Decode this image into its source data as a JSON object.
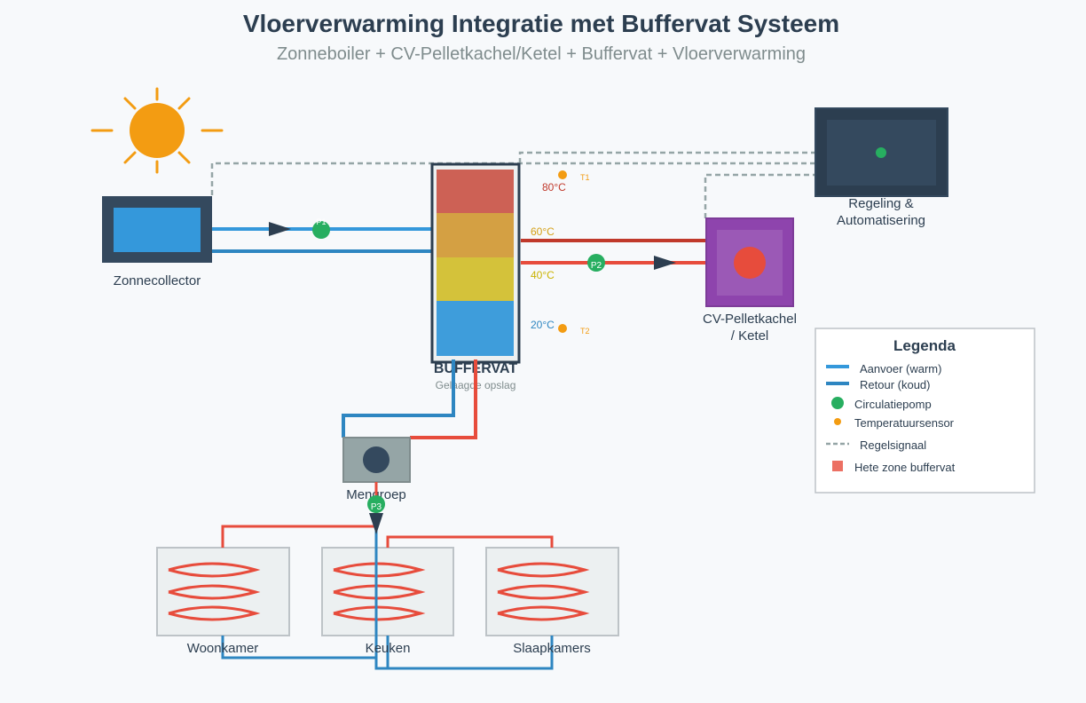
{
  "header": {
    "title": "Vloerverwarming Integratie met Buffervat Systeem",
    "subtitle": "Zonneboiler + CV-Pelletkachel/Ketel + Buffervat + Vloerverwarming"
  },
  "components": {
    "collector": {
      "label": "Zonnecollector"
    },
    "buffer": {
      "label": "BUFFERVAT",
      "sublabel": "Gelaagde opslag"
    },
    "boiler": {
      "label_line1": "CV-Pelletkachel",
      "label_line2": "/ Ketel"
    },
    "control": {
      "label_line1": "Regeling &",
      "label_line2": "Automatisering"
    },
    "mixer": {
      "label": "Mengroep"
    }
  },
  "temperatures": {
    "t80": "80°C",
    "t60": "60°C",
    "t40": "40°C",
    "t20": "20°C"
  },
  "sensors": {
    "t1": "T1",
    "t2": "T2"
  },
  "pumps": {
    "p1": "P1",
    "p2": "P2",
    "p3": "P3"
  },
  "rooms": [
    "Woonkamer",
    "Keuken",
    "Slaapkamers"
  ],
  "legend": {
    "title": "Legenda",
    "items": [
      {
        "label": "Aanvoer (warm)"
      },
      {
        "label": "Retour (koud)"
      },
      {
        "label": "Circulatiepomp"
      },
      {
        "label": "Temperatuursensor"
      },
      {
        "label": "Regelsignaal"
      },
      {
        "label": "Hete zone buffervat"
      }
    ]
  },
  "colors": {
    "supply": "#3498db",
    "return": "#2e86c1",
    "hot": "#e74c3c",
    "pump": "#27ae60",
    "sensor": "#f39c12",
    "signal": "#95a5a6",
    "dark": "#2c3e50",
    "boiler": "#8e44ad"
  }
}
